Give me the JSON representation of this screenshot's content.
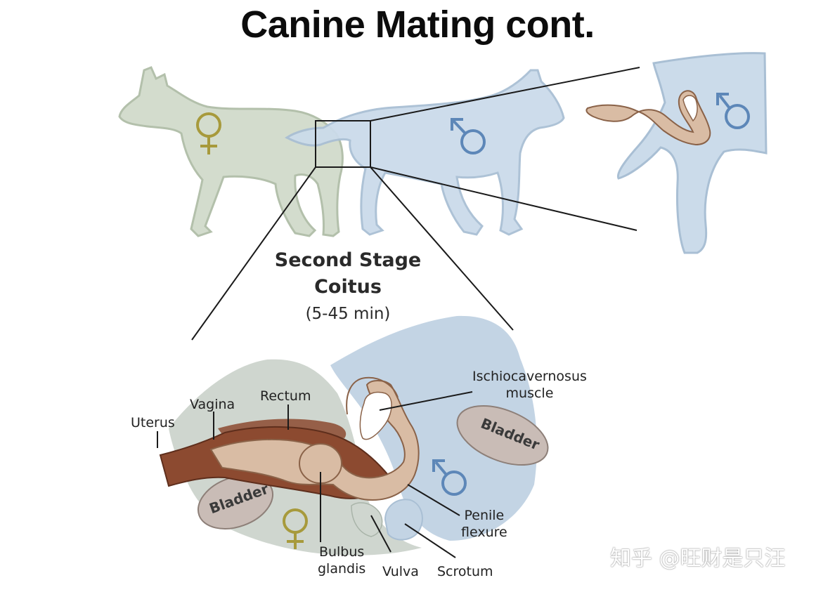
{
  "title": "Canine Mating cont.",
  "stage": {
    "title_line1": "Second Stage",
    "title_line2": "Coitus",
    "duration": "(5-45 min)"
  },
  "labels": {
    "uterus": "Uterus",
    "vagina": "Vagina",
    "rectum": "Rectum",
    "ischio_line1": "Ischiocavernosus",
    "ischio_line2": "muscle",
    "bladder_male": "Bladder",
    "bladder_female": "Bladder",
    "penile_line1": "Penile",
    "penile_line2": "flexure",
    "bulbus_line1": "Bulbus",
    "bulbus_line2": "glandis",
    "vulva": "Vulva",
    "scrotum": "Scrotum"
  },
  "symbols": {
    "female": "♀",
    "male": "♂"
  },
  "watermark": "知乎 @旺财是只汪",
  "colors": {
    "female_body": "#d3dccd",
    "female_outline": "#b3c0ab",
    "male_body": "#cbdbea",
    "male_outline": "#a9bfd4",
    "female_symbol": "#a79a3c",
    "male_symbol": "#5d87b8",
    "penis": "#d9bca4",
    "penis_outline": "#8a6248",
    "vagina": "#8c4a30",
    "bladder": "#c9bcb6",
    "tissue_gray": "#cfd6cf",
    "tissue_blue": "#c3d4e4"
  },
  "icons": [
    "female-symbol-icon",
    "male-symbol-icon"
  ]
}
